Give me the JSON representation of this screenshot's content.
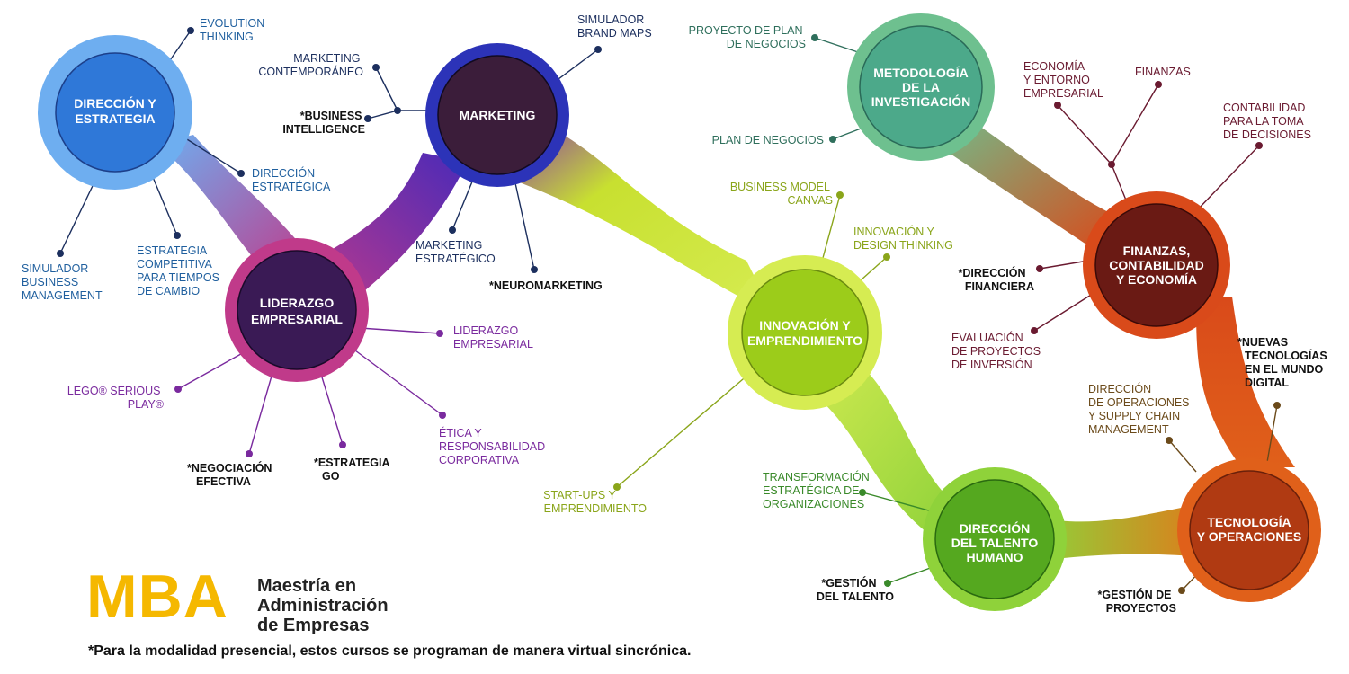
{
  "hubs": {
    "direccion": {
      "title": [
        "DIRECCIÓN Y",
        "ESTRATEGIA"
      ],
      "color": "#2f78d8",
      "halo": "#6eaef0"
    },
    "liderazgo": {
      "title": [
        "LIDERAZGO",
        "EMPRESARIAL"
      ],
      "color": "#3a1a55",
      "halo": "#c03a8a"
    },
    "marketing": {
      "title": [
        "MARKETING"
      ],
      "color": "#3b1d3a",
      "halo": "#2c33b8"
    },
    "innovacion": {
      "title": [
        "INNOVACIÓN Y",
        "EMPRENDIMIENTO"
      ],
      "color": "#9ccc1a",
      "halo": "#d6ec52"
    },
    "metodologia": {
      "title": [
        "METODOLOGÍA",
        "DE LA",
        "INVESTIGACIÓN"
      ],
      "color": "#4ca98a",
      "halo": "#6ec08f"
    },
    "finanzas": {
      "title": [
        "FINANZAS,",
        "CONTABILIDAD",
        "Y ECONOMÍA"
      ],
      "color": "#6a1a14",
      "halo": "#d94a1a"
    },
    "talento": {
      "title": [
        "DIRECCIÓN",
        "DEL TALENTO",
        "HUMANO"
      ],
      "color": "#55a81f",
      "halo": "#8fd23a"
    },
    "tecnologia": {
      "title": [
        "TECNOLOGÍA",
        "Y OPERACIONES"
      ],
      "color": "#b03a12",
      "halo": "#e0601a"
    }
  },
  "labels": {
    "evolution": [
      "EVOLUTION",
      "THINKING"
    ],
    "dir_estrategica": [
      "DIRECCIÓN",
      "ESTRATÉGICA"
    ],
    "estrategia_competitiva": [
      "ESTRATEGIA",
      "COMPETITIVA",
      "PARA TIEMPOS",
      "DE CAMBIO"
    ],
    "simulador_business": [
      "SIMULADOR",
      "BUSINESS",
      "MANAGEMENT"
    ],
    "marketing_contemporaneo": [
      "MARKETING",
      "CONTEMPORÁNEO"
    ],
    "business_intelligence": [
      "*BUSINESS",
      "INTELLIGENCE"
    ],
    "simulador_brand": [
      "SIMULADOR",
      "BRAND MAPS"
    ],
    "marketing_estrategico": [
      "MARKETING",
      "ESTRATÉGICO"
    ],
    "neuromarketing": [
      "*NEUROMARKETING"
    ],
    "liderazgo_empresarial": [
      "LIDERAZGO",
      "EMPRESARIAL"
    ],
    "lego": [
      "LEGO® SERIOUS",
      "PLAY®"
    ],
    "negociacion": [
      "*NEGOCIACIÓN",
      "EFECTIVA"
    ],
    "estrategia_go": [
      "*ESTRATEGIA",
      "GO"
    ],
    "etica": [
      "ÉTICA Y",
      "RESPONSABILIDAD",
      "CORPORATIVA"
    ],
    "business_model": [
      "BUSINESS MODEL",
      "CANVAS"
    ],
    "innovacion_design": [
      "INNOVACIÓN Y",
      "DESIGN THINKING"
    ],
    "startups": [
      "START-UPS Y",
      "EMPRENDIMIENTO"
    ],
    "proyecto_plan": [
      "PROYECTO DE PLAN",
      "DE NEGOCIOS"
    ],
    "plan_negocios": [
      "PLAN DE NEGOCIOS"
    ],
    "economia": [
      "ECONOMÍA",
      "Y ENTORNO",
      "EMPRESARIAL"
    ],
    "finanzas_lbl": [
      "FINANZAS"
    ],
    "contabilidad": [
      "CONTABILIDAD",
      "PARA LA TOMA",
      "DE DECISIONES"
    ],
    "direccion_financiera": [
      "*DIRECCIÓN",
      "FINANCIERA"
    ],
    "evaluacion": [
      "EVALUACIÓN",
      "DE PROYECTOS",
      "DE INVERSIÓN"
    ],
    "nuevas_tecnologias": [
      "*NUEVAS",
      "TECNOLOGÍAS",
      "EN EL MUNDO",
      "DIGITAL"
    ],
    "dir_operaciones": [
      "DIRECCIÓN",
      "DE OPERACIONES",
      "Y SUPPLY CHAIN",
      "MANAGEMENT"
    ],
    "gestion_proyectos": [
      "*GESTIÓN DE",
      "PROYECTOS"
    ],
    "transformacion": [
      "TRANSFORMACIÓN",
      "ESTRATÉGICA DE",
      "ORGANIZACIONES"
    ],
    "gestion_talento": [
      "*GESTIÓN",
      "DEL TALENTO"
    ]
  },
  "colors": {
    "blue_text": "#1f5f9e",
    "navy_text": "#1c2f5e",
    "purple_text": "#7a2a9e",
    "lime_text": "#8aa51a",
    "teal_text": "#2f6f5c",
    "maroon_text": "#6a1a30",
    "brown_text": "#6b4a1a",
    "green_text": "#3a8a2a"
  },
  "brand": {
    "mba": "MBA",
    "line1": "Maestría en",
    "line2": "Administración",
    "line3": "de Empresas"
  },
  "footnote": "*Para la modalidad presencial, estos cursos se programan de manera virtual sincrónica."
}
